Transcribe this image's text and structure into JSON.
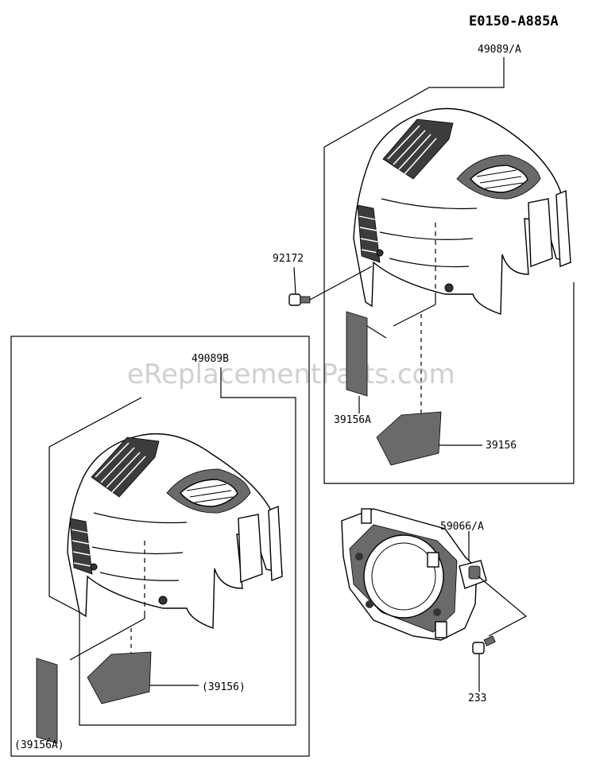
{
  "diagram_id": "E0150-A885A",
  "watermark": "eReplacementParts.com",
  "parts": {
    "cover_a": "49089/A",
    "cover_b": "49089B",
    "bolt_92172": "92172",
    "label_39156a": "39156A",
    "label_39156": "39156",
    "label_39156_paren": "(39156)",
    "label_39156a_paren": "(39156A)",
    "housing": "59066/A",
    "bolt_233": "233"
  }
}
